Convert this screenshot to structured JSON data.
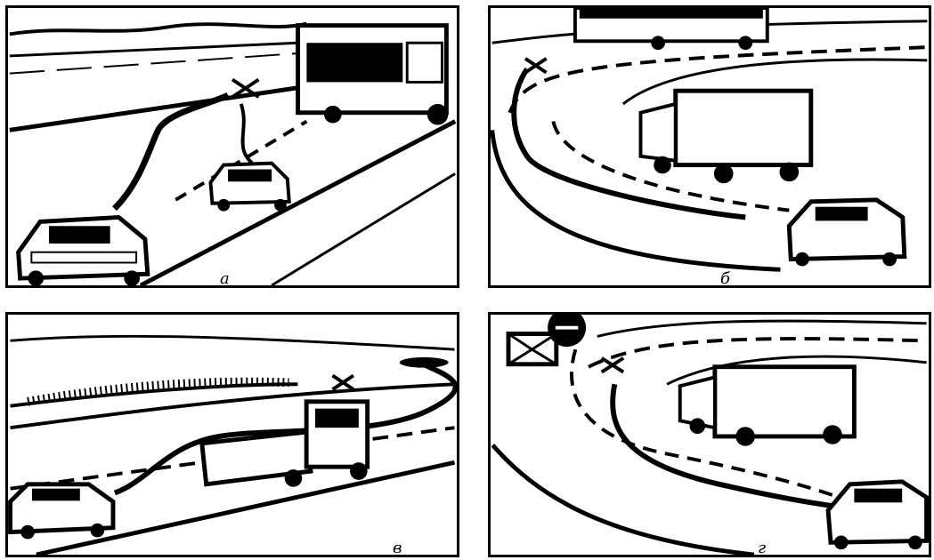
{
  "panels": {
    "a": {
      "label": "а"
    },
    "b": {
      "label": "б"
    },
    "v": {
      "label": "в"
    },
    "g": {
      "label": "г"
    }
  },
  "colors": {
    "ink": "#000000",
    "paper": "#ffffff"
  },
  "icons": [
    "bus-icon",
    "car-icon",
    "truck-icon",
    "cross-mark-icon",
    "road-sign-icon"
  ]
}
